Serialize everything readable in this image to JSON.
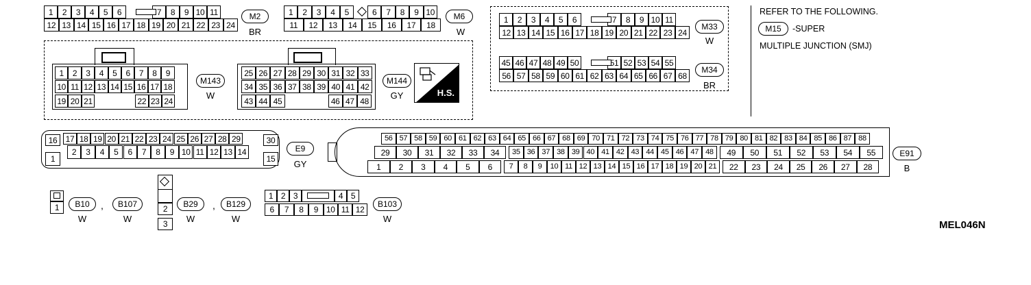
{
  "connectors": {
    "m2": {
      "id": "M2",
      "color": "BR",
      "rows": [
        [
          "1",
          "2",
          "3",
          "4",
          "5",
          "6",
          "7",
          "8",
          "9",
          "10",
          "11"
        ],
        [
          "12",
          "13",
          "14",
          "15",
          "16",
          "17",
          "18",
          "19",
          "20",
          "21",
          "22",
          "23",
          "24"
        ]
      ]
    },
    "m6": {
      "id": "M6",
      "color": "W",
      "rows": [
        [
          "1",
          "2",
          "3",
          "4",
          "5",
          "6",
          "7",
          "8",
          "9",
          "10"
        ],
        [
          "11",
          "12",
          "13",
          "14",
          "15",
          "16",
          "17",
          "18"
        ]
      ]
    },
    "m33": {
      "id": "M33",
      "color": "W",
      "rows": [
        [
          "1",
          "2",
          "3",
          "4",
          "5",
          "6",
          "7",
          "8",
          "9",
          "10",
          "11"
        ],
        [
          "12",
          "13",
          "14",
          "15",
          "16",
          "17",
          "18",
          "19",
          "20",
          "21",
          "22",
          "23",
          "24"
        ]
      ]
    },
    "m34": {
      "id": "M34",
      "color": "BR",
      "rows": [
        [
          "45",
          "46",
          "47",
          "48",
          "49",
          "50",
          "51",
          "52",
          "53",
          "54",
          "55"
        ],
        [
          "56",
          "57",
          "58",
          "59",
          "60",
          "61",
          "62",
          "63",
          "64",
          "65",
          "66",
          "67",
          "68"
        ]
      ]
    },
    "m143": {
      "id": "M143",
      "color": "W",
      "rows": [
        [
          "1",
          "2",
          "3",
          "4",
          "5",
          "6",
          "7",
          "8",
          "9"
        ],
        [
          "10",
          "11",
          "12",
          "13",
          "14",
          "15",
          "16",
          "17",
          "18"
        ],
        [
          "19",
          "20",
          "21",
          "22",
          "23",
          "24"
        ]
      ]
    },
    "m144": {
      "id": "M144",
      "color": "GY",
      "rows": [
        [
          "25",
          "26",
          "27",
          "28",
          "29",
          "30",
          "31",
          "32",
          "33"
        ],
        [
          "34",
          "35",
          "36",
          "37",
          "38",
          "39",
          "40",
          "41",
          "42"
        ],
        [
          "43",
          "44",
          "45",
          "46",
          "47",
          "48"
        ]
      ]
    },
    "e9": {
      "id": "E9",
      "color": "GY",
      "rows": [
        [
          "16",
          "17",
          "18",
          "19",
          "20",
          "21",
          "22",
          "23",
          "24",
          "25",
          "26",
          "27",
          "28",
          "29",
          "30"
        ],
        [
          "1",
          "2",
          "3",
          "4",
          "5",
          "6",
          "7",
          "8",
          "9",
          "10",
          "11",
          "12",
          "13",
          "14",
          "15"
        ]
      ]
    },
    "e91": {
      "id": "E91",
      "color": "B",
      "rows": [
        [
          "56",
          "57",
          "58",
          "59",
          "60",
          "61",
          "62",
          "63",
          "64",
          "65",
          "66",
          "67",
          "68",
          "69",
          "70",
          "71",
          "72",
          "73",
          "74",
          "75",
          "76",
          "77",
          "78",
          "79",
          "80",
          "81",
          "82",
          "83",
          "84",
          "85",
          "86",
          "87",
          "88"
        ],
        [
          "29",
          "30",
          "31",
          "32",
          "33",
          "34",
          "35",
          "36",
          "37",
          "38",
          "39",
          "40",
          "41",
          "42",
          "43",
          "44",
          "45",
          "46",
          "47",
          "48",
          "49",
          "50",
          "51",
          "52",
          "53",
          "54",
          "55"
        ],
        [
          "1",
          "2",
          "3",
          "4",
          "5",
          "6",
          "7",
          "8",
          "9",
          "10",
          "11",
          "12",
          "13",
          "14",
          "15",
          "16",
          "17",
          "18",
          "19",
          "20",
          "21",
          "22",
          "23",
          "24",
          "25",
          "26",
          "27",
          "28"
        ]
      ]
    },
    "b10": {
      "id": "B10",
      "color": "W",
      "pins": [
        "1"
      ]
    },
    "b107": {
      "id": "B107",
      "color": "W"
    },
    "b29": {
      "id": "B29",
      "color": "W",
      "pins": [
        "2",
        "3"
      ]
    },
    "b129": {
      "id": "B129",
      "color": "W"
    },
    "b103": {
      "id": "B103",
      "color": "W",
      "rows": [
        [
          "1",
          "2",
          "3",
          "4",
          "5"
        ],
        [
          "6",
          "7",
          "8",
          "9",
          "10",
          "11",
          "12"
        ]
      ]
    }
  },
  "separator": ",",
  "hs_label": "H.S.",
  "note": {
    "line1": "REFER TO THE FOLLOWING.",
    "badge": "M15",
    "line2": "-SUPER",
    "line3": "MULTIPLE JUNCTION (SMJ)"
  },
  "figure_code": "MEL046N"
}
